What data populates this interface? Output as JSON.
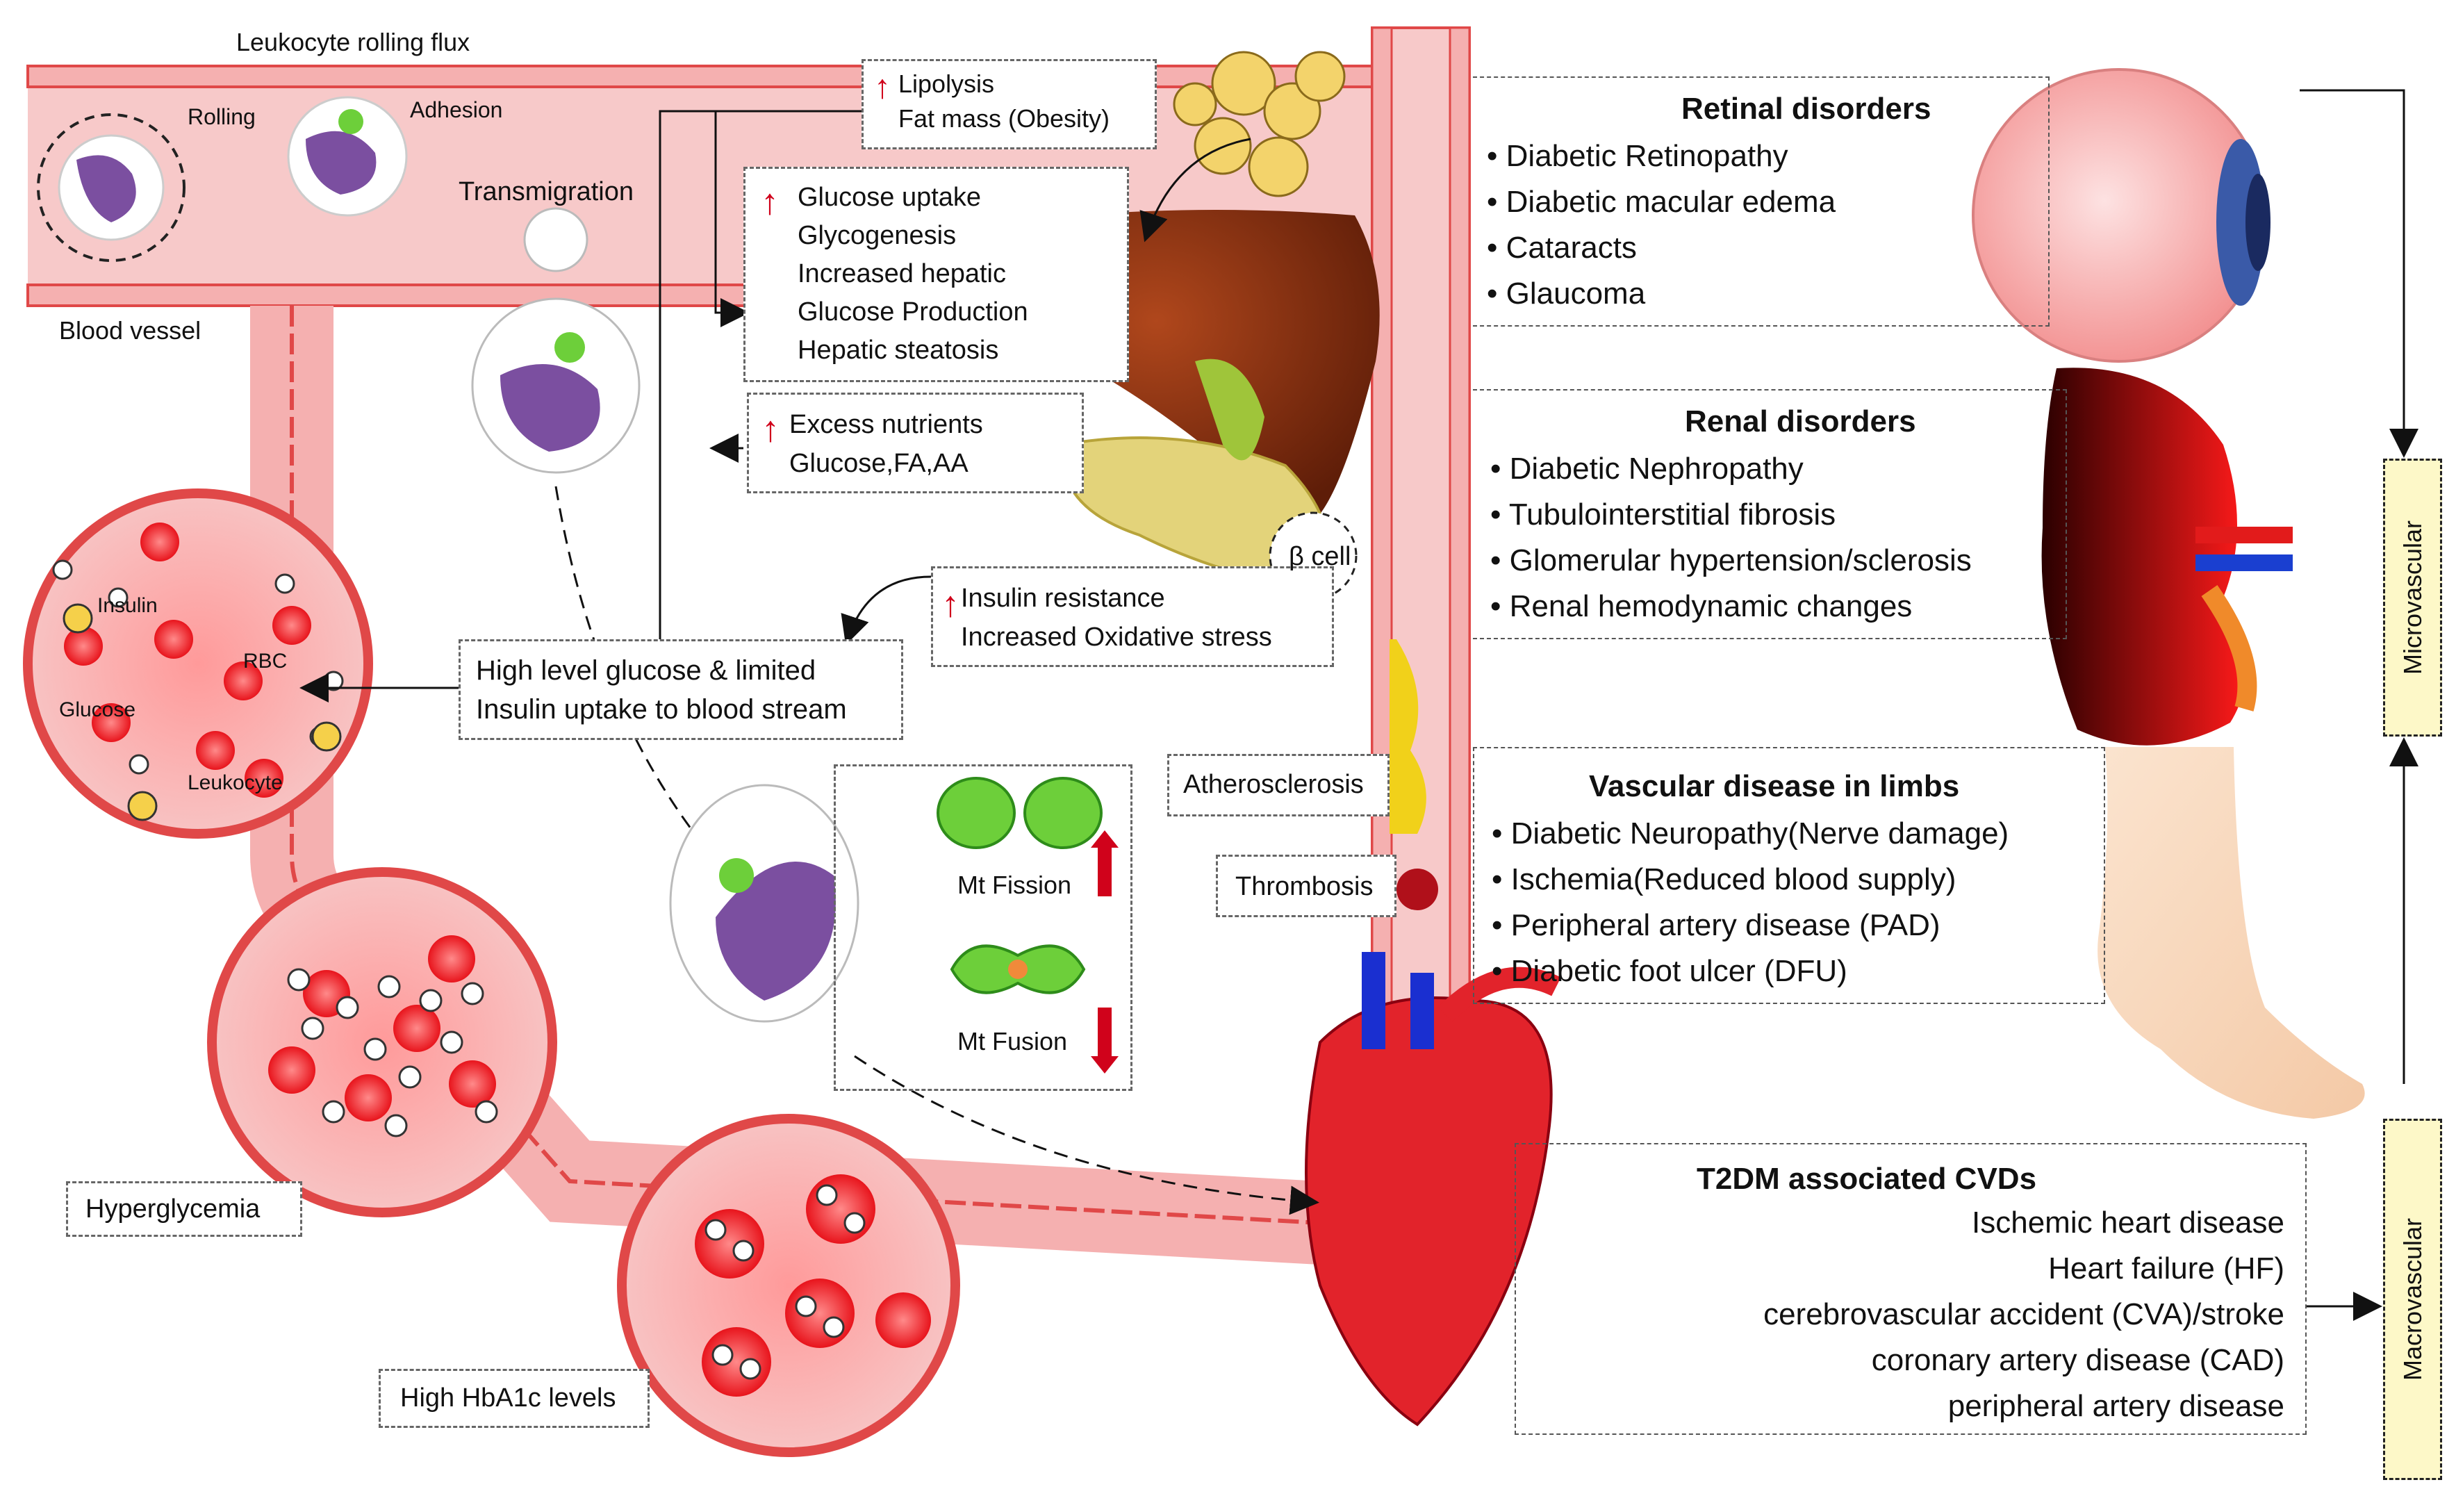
{
  "vessel": {
    "top_label": "Leukocyte rolling flux",
    "rolling": "Rolling",
    "adhesion": "Adhesion",
    "transmigration": "Transmigration",
    "blood_vessel": "Blood vessel",
    "insulin": "Insulin",
    "rbc": "RBC",
    "glucose": "Glucose",
    "leukocyte": "Leukocyte",
    "hyperglycemia": "Hyperglycemia",
    "hba1c": "High HbA1c levels"
  },
  "boxes": {
    "lipolysis": [
      "Lipolysis",
      "Fat mass (Obesity)"
    ],
    "liver": [
      "Glucose uptake",
      "Glycogenesis",
      "Increased hepatic",
      "Glucose Production",
      "Hepatic steatosis"
    ],
    "nutrients": [
      "Excess nutrients",
      "Glucose,FA,AA"
    ],
    "insulin_res": [
      "Insulin resistance",
      "Increased Oxidative stress"
    ],
    "high_glucose": [
      "High level glucose & limited",
      "Insulin uptake to blood stream"
    ],
    "beta_cell": "β cell",
    "mt_fission": "Mt Fission",
    "mt_fusion": "Mt Fusion",
    "atherosclerosis": "Atherosclerosis",
    "thrombosis": "Thrombosis"
  },
  "panels": {
    "retinal": {
      "title": "Retinal disorders",
      "items": [
        "Diabetic Retinopathy",
        "Diabetic macular edema",
        "Cataracts",
        "Glaucoma"
      ]
    },
    "renal": {
      "title": "Renal disorders",
      "items": [
        "Diabetic Nephropathy",
        "Tubulointerstitial fibrosis",
        "Glomerular hypertension/sclerosis",
        "Renal hemodynamic changes"
      ]
    },
    "vascular": {
      "title": "Vascular disease in limbs",
      "items": [
        "Diabetic Neuropathy(Nerve damage)",
        "Ischemia(Reduced blood supply)",
        "Peripheral artery disease (PAD)",
        "Diabetic foot ulcer (DFU)"
      ]
    },
    "cvd": {
      "title": "T2DM associated CVDs",
      "items": [
        "Ischemic heart disease",
        "Heart failure (HF)",
        "cerebrovascular accident  (CVA)/stroke",
        "coronary artery disease (CAD)",
        "peripheral artery disease"
      ]
    }
  },
  "side": {
    "microvascular": "Microvascular",
    "macrovascular": "Macrovascular"
  },
  "colors": {
    "vessel": "#f4a8a8",
    "vessel_border": "#e04848",
    "rbc": "#e8242a",
    "liver": "#7a2a10",
    "heart": "#e2232b",
    "note": "#fdf8c8"
  }
}
